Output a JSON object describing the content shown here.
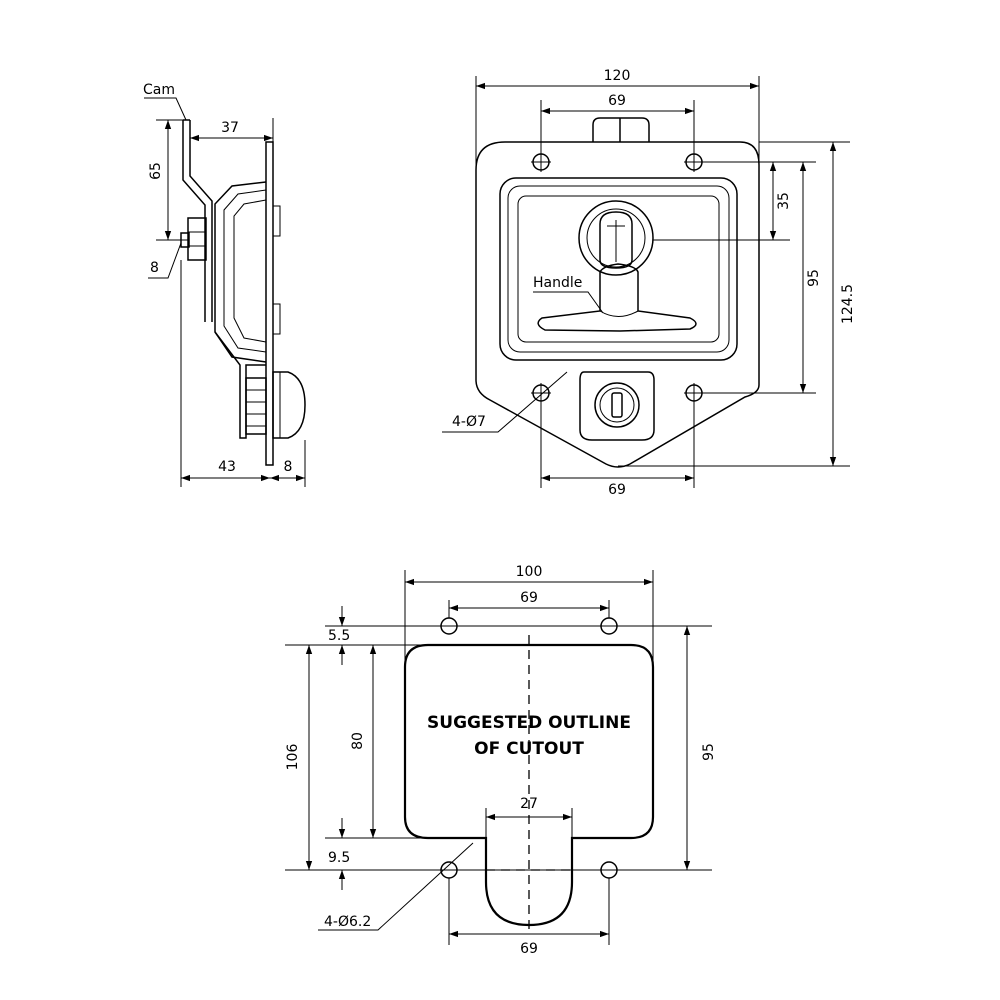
{
  "labels": {
    "cam": "Cam",
    "handle": "Handle",
    "holes_top": "4-Ø7",
    "holes_bottom": "4-Ø6.2",
    "cutout_line1": "SUGGESTED OUTLINE",
    "cutout_line2": "OF CUTOUT"
  },
  "side_view": {
    "dim_37": "37",
    "dim_65": "65",
    "dim_8_left": "8",
    "dim_43": "43",
    "dim_8_bottom": "8"
  },
  "front_view": {
    "dim_120": "120",
    "dim_69_top": "69",
    "dim_35": "35",
    "dim_95": "95",
    "dim_124_5": "124.5",
    "dim_69_bottom": "69"
  },
  "cutout_view": {
    "dim_100": "100",
    "dim_69_top": "69",
    "dim_5_5": "5.5",
    "dim_106": "106",
    "dim_80": "80",
    "dim_95": "95",
    "dim_27": "27",
    "dim_9_5": "9.5",
    "dim_69_bottom": "69"
  }
}
